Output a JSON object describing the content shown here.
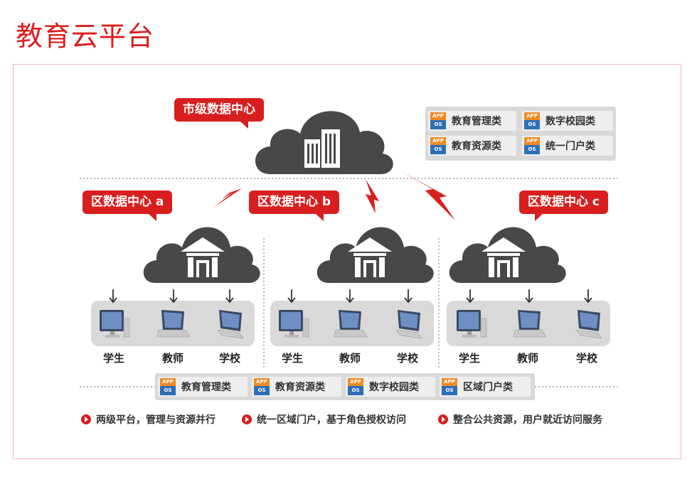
{
  "page": {
    "title": "教育云平台"
  },
  "city_center": {
    "label": "市级数据中心"
  },
  "districts": [
    {
      "label": "区数据中心 a"
    },
    {
      "label": "区数据中心 b"
    },
    {
      "label": "区数据中心 c"
    }
  ],
  "device_labels": [
    "学生",
    "教师",
    "学校"
  ],
  "app_icon": {
    "top": "APP",
    "bottom": "OS"
  },
  "legend_apps": [
    "教育管理类",
    "数字校园类",
    "教育资源类",
    "统一门户类"
  ],
  "bottom_apps": [
    "教育管理类",
    "教育资源类",
    "数字校园类",
    "区域门户类"
  ],
  "features": [
    "两级平台，管理与资源并行",
    "统一区域门户，基于角色授权访问",
    "整合公共资源，用户就近访问服务"
  ],
  "colors": {
    "accent": "#d81e1e",
    "cloud": "#4a4747",
    "panel": "#d9d9d9"
  }
}
